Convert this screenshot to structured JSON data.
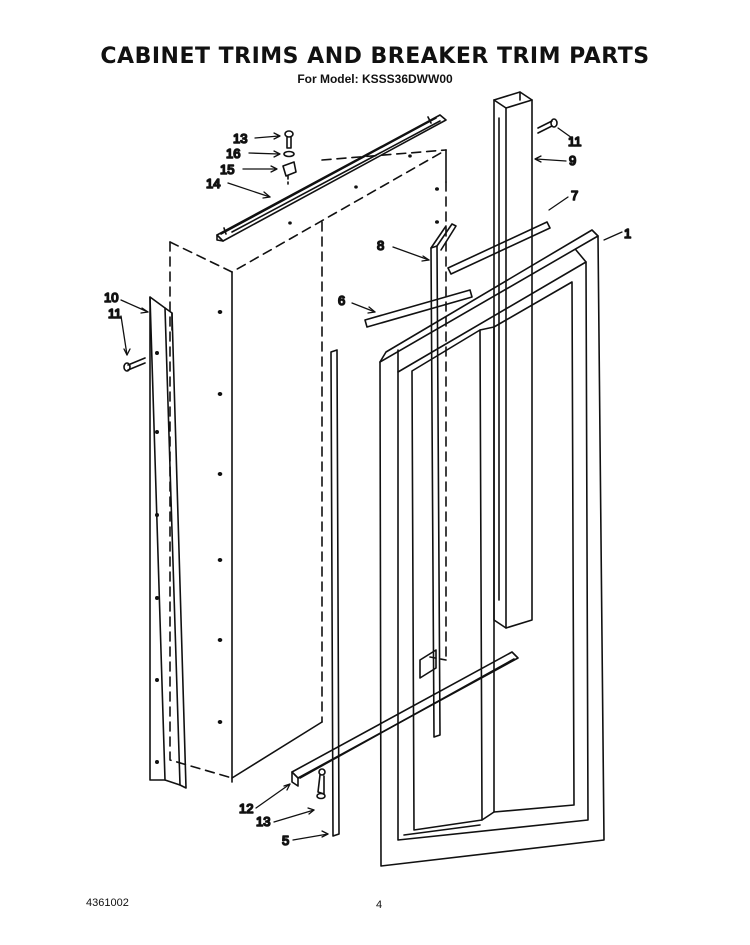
{
  "header": {
    "title": "CABINET TRIMS AND BREAKER TRIM PARTS",
    "subtitle": "For Model: KSSS36DWW00"
  },
  "footer": {
    "doc_number": "4361002",
    "page_number": "4"
  },
  "callouts": {
    "c1": "1",
    "c5": "5",
    "c6": "6",
    "c7": "7",
    "c8": "8",
    "c9": "9",
    "c10": "10",
    "c11_left": "11",
    "c11_right": "11",
    "c12": "12",
    "c13_top": "13",
    "c13_bottom": "13",
    "c14": "14",
    "c15": "15",
    "c16": "16"
  }
}
